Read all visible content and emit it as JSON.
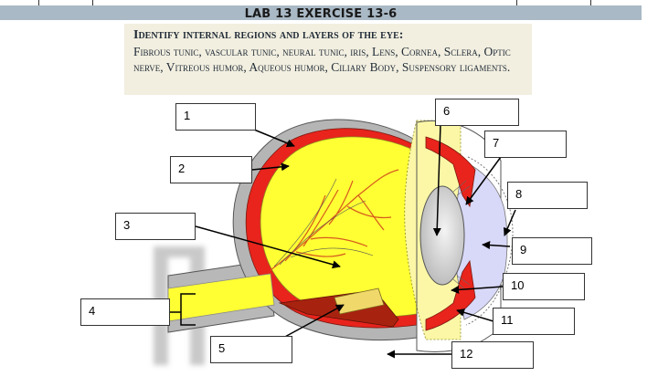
{
  "header": {
    "title": "LAB 13 EXERCISE 13-6"
  },
  "instructions": {
    "heading": "Identify internal regions and layers of the eye:",
    "body": "Fibrous tunic, vascular tunic, neural tunic, iris, Lens, Cornea, Sclera,  Optic nerve, Vitreous humor, Aqueous humor, Ciliary Body, Suspensory ligaments."
  },
  "labels": [
    {
      "number": "1",
      "answer": ""
    },
    {
      "number": "2",
      "answer": ""
    },
    {
      "number": "3",
      "answer": ""
    },
    {
      "number": "4",
      "answer": ""
    },
    {
      "number": "5",
      "answer": ""
    },
    {
      "number": "6",
      "answer": ""
    },
    {
      "number": "7",
      "answer": ""
    },
    {
      "number": "8",
      "answer": ""
    },
    {
      "number": "9",
      "answer": ""
    },
    {
      "number": "10",
      "answer": ""
    },
    {
      "number": "11",
      "answer": ""
    },
    {
      "number": "12",
      "answer": ""
    }
  ],
  "colors": {
    "title_bar": "#a9b9c5",
    "instructions_bg": "#f2efe0",
    "sclera": "#b5b5b5",
    "choroid": "#e8241c",
    "vitreous": "#ffff33",
    "retina": "#fbf7a6",
    "aqueous": "#d8d8f8",
    "vessel": "#d65a1e"
  }
}
